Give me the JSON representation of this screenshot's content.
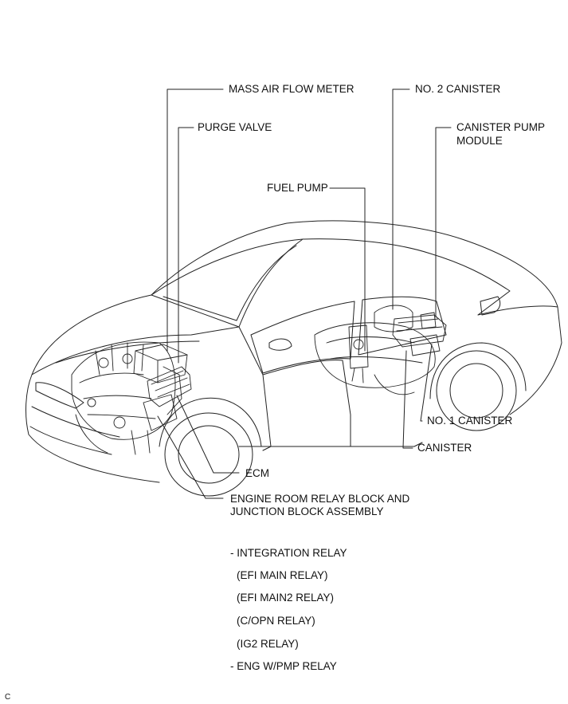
{
  "labels": {
    "mass_air_flow_meter": "MASS AIR FLOW METER",
    "purge_valve": "PURGE VALVE",
    "no2_canister": "NO. 2 CANISTER",
    "canister_pump_module_line1": "CANISTER PUMP",
    "canister_pump_module_line2": "MODULE",
    "fuel_pump": "FUEL PUMP",
    "no1_canister": "NO. 1 CANISTER",
    "canister": "CANISTER",
    "ecm": "ECM",
    "relay_block_line1": "ENGINE ROOM RELAY BLOCK AND",
    "relay_block_line2": "JUNCTION BLOCK ASSEMBLY"
  },
  "relay_list": [
    "- INTEGRATION RELAY",
    "(EFI MAIN RELAY)",
    "(EFI MAIN2 RELAY)",
    "(C/OPN RELAY)",
    "(IG2 RELAY)",
    "- ENG W/PMP RELAY"
  ],
  "corner_code": "C"
}
